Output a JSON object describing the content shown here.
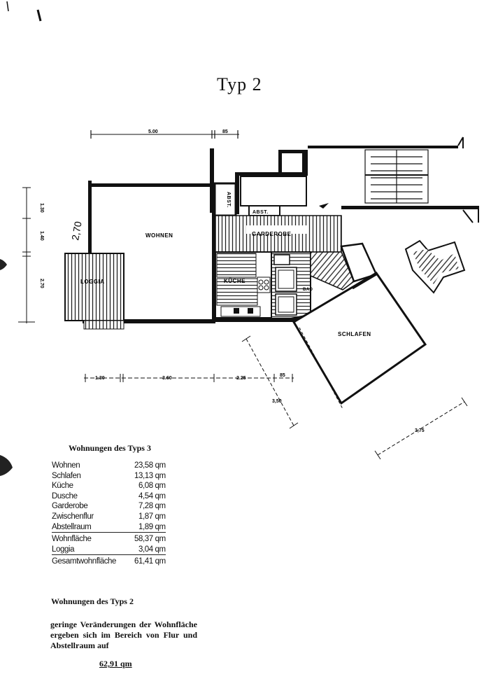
{
  "page": {
    "title": "Typ 2"
  },
  "plan": {
    "rooms": {
      "wohnen": "WOHNEN",
      "loggia": "LOGGIA",
      "garderobe": "GARDEROBE",
      "kueche": "KÜCHE",
      "bad": "BAD",
      "schlafen": "SCHLAFEN",
      "abst_vertical": "ABST.",
      "abst_horizontal": "ABST."
    },
    "dimensions": {
      "top_5_00": "5.00",
      "top_85": "85",
      "left_1_30": "1.30",
      "left_1_40": "1.40",
      "left_2_70": "2.70",
      "wohnen_height": "2,70",
      "bottom_1_30": "1.30",
      "bottom_3_60": "3.60",
      "bottom_2_25": "2.25",
      "bottom_85": "85",
      "diag_3_50": "3,50",
      "diag_3_75": "3,75"
    }
  },
  "area_table": {
    "title": "Wohnungen des Typs 3",
    "rows": [
      {
        "name": "Wohnen",
        "value": "23,58 qm"
      },
      {
        "name": "Schlafen",
        "value": "13,13 qm"
      },
      {
        "name": "Küche",
        "value": "6,08 qm"
      },
      {
        "name": "Dusche",
        "value": "4,54 qm"
      },
      {
        "name": "Garderobe",
        "value": "7,28 qm"
      },
      {
        "name": "Zwischenflur",
        "value": "1,87 qm"
      },
      {
        "name": "Abstellraum",
        "value": "1,89 qm"
      }
    ],
    "subtotals": [
      {
        "name": "Wohnfläche",
        "value": "58,37 qm"
      },
      {
        "name": "Loggia",
        "value": "3,04 qm"
      }
    ],
    "total": {
      "name": "Gesamtwohnfläche",
      "value": "61,41 qm"
    }
  },
  "type2": {
    "title": "Wohnungen des Typs 2",
    "text": "geringe Veränderungen der Wohnfläche ergeben sich im Bereich von Flur und Abstellraum auf",
    "total": "62,91 qm"
  }
}
